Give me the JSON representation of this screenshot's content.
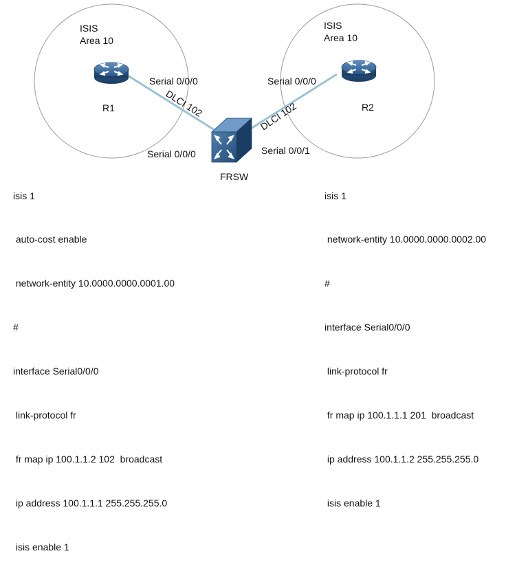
{
  "left_area": {
    "protocol": "ISIS",
    "area": "Area 10"
  },
  "right_area": {
    "protocol": "ISIS",
    "area": "Area 10"
  },
  "routers": {
    "r1": "R1",
    "r2": "R2"
  },
  "switch": {
    "name": "FRSW"
  },
  "links": {
    "r1_interface": "Serial 0/0/0",
    "r1_dlci": "DLCI 102",
    "frsw_left_interface": "Serial 0/0/0",
    "r2_interface": "Serial 0/0/0",
    "r2_dlci": "DLCI 102",
    "frsw_right_interface": "Serial 0/0/1"
  },
  "r1_config": [
    "isis 1",
    " auto-cost enable",
    " network-entity 10.0000.0000.0001.00",
    "#",
    "interface Serial0/0/0",
    " link-protocol fr",
    " fr map ip 100.1.1.2 102  broadcast",
    " ip address 100.1.1.1 255.255.255.0",
    " isis enable 1"
  ],
  "r2_config": [
    "isis 1",
    " network-entity 10.0000.0000.0002.00",
    "#",
    "interface Serial0/0/0",
    " link-protocol fr",
    " fr map ip 100.1.1.1 201  broadcast",
    " ip address 100.1.1.2 255.255.255.0",
    " isis enable 1"
  ],
  "colors": {
    "link": "#9cc3d4",
    "device": "#2f5f8e",
    "circle": "#9a9a9a"
  },
  "icons": {
    "router": "router-icon",
    "switch": "frame-relay-switch-icon"
  }
}
